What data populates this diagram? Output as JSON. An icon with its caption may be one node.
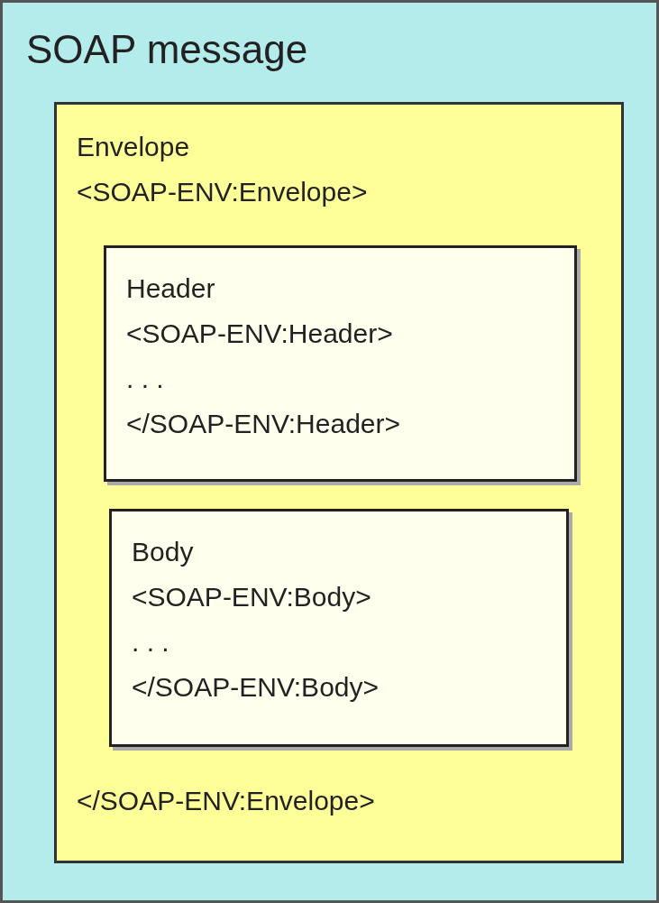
{
  "diagram": {
    "nodes": [
      {
        "text": [
          "SOAP message"
        ]
      },
      {
        "text": [
          "Envelope",
          "<SOAP-ENV:Envelope>",
          "</SOAP-ENV:Envelope>"
        ],
        "in": 0
      },
      {
        "text": [
          "Header",
          "<SOAP-ENV:Header>",
          ". . .",
          "</SOAP-ENV:Header>"
        ],
        "in": 1
      },
      {
        "text": [
          "Body",
          "<SOAP-ENV:Body>",
          ". . .",
          "</SOAP-ENV:Body>"
        ],
        "in": 1
      }
    ]
  }
}
